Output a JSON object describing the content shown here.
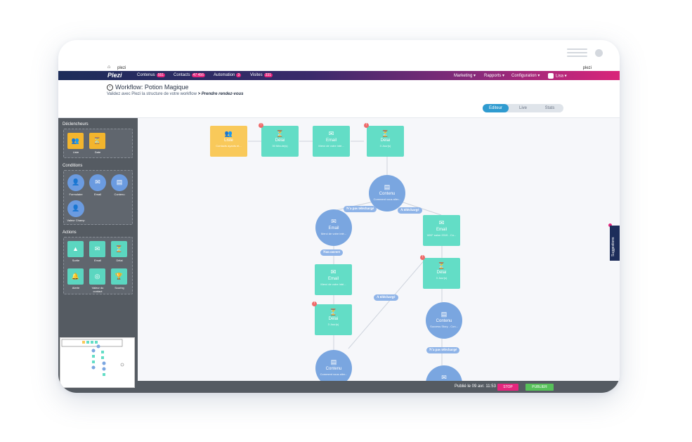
{
  "device": {
    "menu_icon": "hamburger-icon",
    "camera_icon": "dot-icon"
  },
  "sysbar": {
    "home": "⌂",
    "brand_left": "plezi",
    "brand_right": "plezi"
  },
  "navbar": {
    "logo": "Plezi",
    "items": [
      {
        "label": "Contenus",
        "badge": "551"
      },
      {
        "label": "Contacts",
        "badge": "47 456"
      },
      {
        "label": "Automation",
        "badge": "3"
      },
      {
        "label": "Visites",
        "badge": "331"
      }
    ],
    "right_items": [
      "Marketing ▾",
      "Rapports ▾",
      "Configuration ▾"
    ],
    "user": "Lisa ▾"
  },
  "header": {
    "title": "Workflow: Potion Magique",
    "subtitle_prefix": "Validez avec Plezi la structure de votre workflow",
    "subtitle_current": "> Prendre rendez-vous",
    "tabs": [
      "Editeur",
      "Live",
      "Stats"
    ],
    "active_tab": "Editeur"
  },
  "sidebar": {
    "sections": [
      {
        "title": "Déclencheurs",
        "items": [
          "Liste",
          "Date"
        ]
      },
      {
        "title": "Conditions",
        "items": [
          "Formulaire",
          "Email",
          "Contenu",
          "Valeur Champ"
        ]
      },
      {
        "title": "Actions",
        "items": [
          "Sortie",
          "Email",
          "Délai",
          "Alerte",
          "Valeur du contact",
          "Scoring"
        ]
      }
    ]
  },
  "nodes": [
    {
      "title": "Liste",
      "sub": "Contacts ayants et..."
    },
    {
      "title": "Délai",
      "sub": "30 Minute(s)"
    },
    {
      "title": "Email",
      "sub": "Merci de votre inté..."
    },
    {
      "title": "Délai",
      "sub": "3 Jour(s)"
    },
    {
      "title": "Contenu",
      "sub": "Comment vous aller..."
    },
    {
      "title": "Email",
      "sub": "Merci de votre inté..."
    },
    {
      "title": "Email",
      "sub": "Merci de votre inté..."
    },
    {
      "title": "Délai",
      "sub": "3 Jour(s)"
    },
    {
      "title": "Contenu",
      "sub": "Comment vous aller..."
    },
    {
      "title": "Email",
      "sub": "WKF salon 2019 - Co..."
    },
    {
      "title": "Délai",
      "sub": "3 Jour(s)"
    },
    {
      "title": "Contenu",
      "sub": "Success Story - Con..."
    }
  ],
  "edge_labels": [
    "N'a pas téléchargé",
    "A téléchargé",
    "Non ouvert",
    "A téléchargé",
    "N'a pas téléchargé"
  ],
  "suggestions": "Suggestions",
  "bottom": {
    "published": "Publié le 09 avr. 11:53",
    "stop": "STOP",
    "publish": "PUBLIER"
  },
  "zoom": {
    "in": "+",
    "out": "−"
  }
}
